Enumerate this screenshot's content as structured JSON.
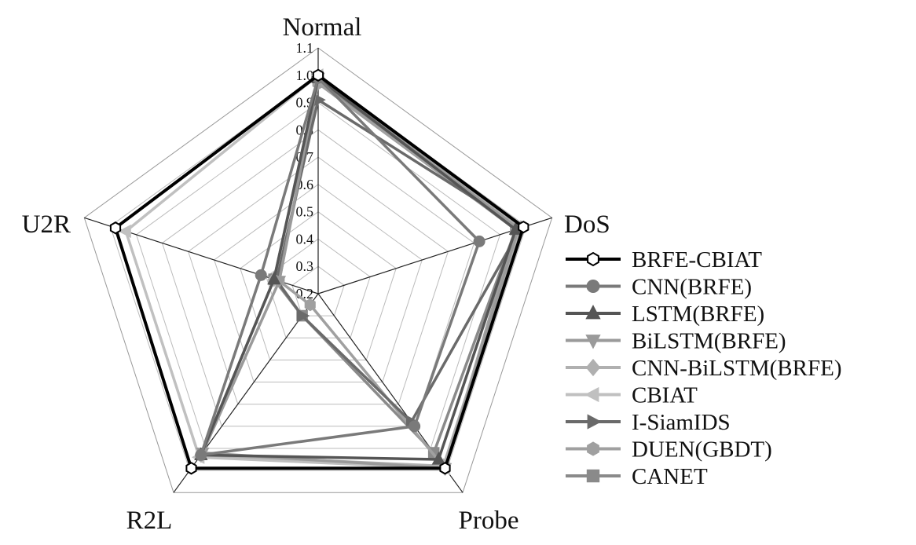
{
  "chart_data": {
    "type": "radar",
    "axes": [
      "Normal",
      "DoS",
      "Probe",
      "R2L",
      "U2R"
    ],
    "rlim": [
      0.2,
      1.1
    ],
    "ticks": [
      "0.2",
      "0.3",
      "0.4",
      "0.5",
      "0.6",
      "0.7",
      "0.8",
      "0.9",
      "1.0",
      "1.1"
    ],
    "grid": true,
    "legend_position": "right",
    "series": [
      {
        "name": "BRFE-CBIAT",
        "color": "#000000",
        "marker": "hexagon-open",
        "values": [
          1.0,
          0.99,
          0.99,
          0.99,
          0.98
        ]
      },
      {
        "name": "CNN(BRFE)",
        "color": "#7a7a7a",
        "marker": "circle",
        "values": [
          0.99,
          0.82,
          0.8,
          0.93,
          0.42
        ]
      },
      {
        "name": "LSTM(BRFE)",
        "color": "#555555",
        "marker": "triangle-up",
        "values": [
          0.99,
          0.96,
          0.95,
          0.93,
          0.37
        ]
      },
      {
        "name": "BiLSTM(BRFE)",
        "color": "#9a9a9a",
        "marker": "triangle-down",
        "values": [
          0.99,
          0.97,
          0.99,
          0.92,
          0.35
        ]
      },
      {
        "name": "CNN-BiLSTM(BRFE)",
        "color": "#b0b0b0",
        "marker": "diamond",
        "values": [
          0.99,
          0.98,
          0.98,
          0.93,
          0.37
        ]
      },
      {
        "name": "CBIAT",
        "color": "#c0c0c0",
        "marker": "triangle-left",
        "values": [
          1.0,
          0.97,
          0.99,
          0.94,
          0.94
        ]
      },
      {
        "name": "I-SiamIDS",
        "color": "#6a6a6a",
        "marker": "triangle-right",
        "values": [
          0.91,
          0.98,
          0.78,
          0.3,
          0.36
        ]
      },
      {
        "name": "DUEN(GBDT)",
        "color": "#a0a0a0",
        "marker": "hexagon",
        "values": [
          0.97,
          0.96,
          0.99,
          0.25,
          0.35
        ]
      },
      {
        "name": "CANET",
        "color": "#8a8a8a",
        "marker": "square",
        "values": [
          0.98,
          0.96,
          0.92,
          0.3,
          0.37
        ]
      }
    ]
  }
}
